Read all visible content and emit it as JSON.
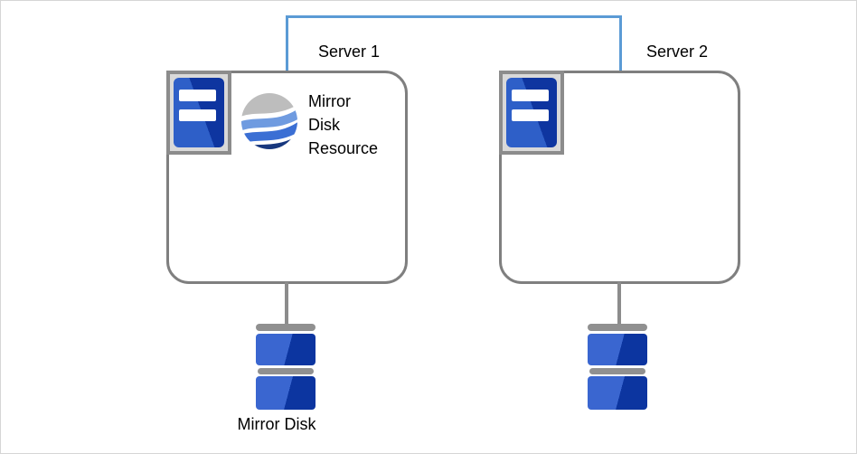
{
  "diagram": {
    "servers": [
      {
        "label": "Server 1"
      },
      {
        "label": "Server 2"
      }
    ],
    "resource": {
      "label": "Mirror Disk Resource"
    },
    "mirror_disk": {
      "label": "Mirror Disk"
    },
    "colors": {
      "link_blue": "#5b9bd5",
      "box_outline_gray": "#7f7f7f",
      "connector_gray": "#8c8c8c",
      "disk_cap_gray": "#909090",
      "server_blue_light": "#2e5fc8",
      "server_blue_dark": "#0e35a0",
      "disk_blue_light": "#3a66d0",
      "disk_blue_dark": "#0c35a0",
      "wave_gray": "#bdbdbd",
      "wave_light_blue": "#6f9be0",
      "wave_mid_blue": "#3b6fd4",
      "wave_dark_blue": "#17377e",
      "icon_frame_fill": "#d9d9d9"
    }
  }
}
